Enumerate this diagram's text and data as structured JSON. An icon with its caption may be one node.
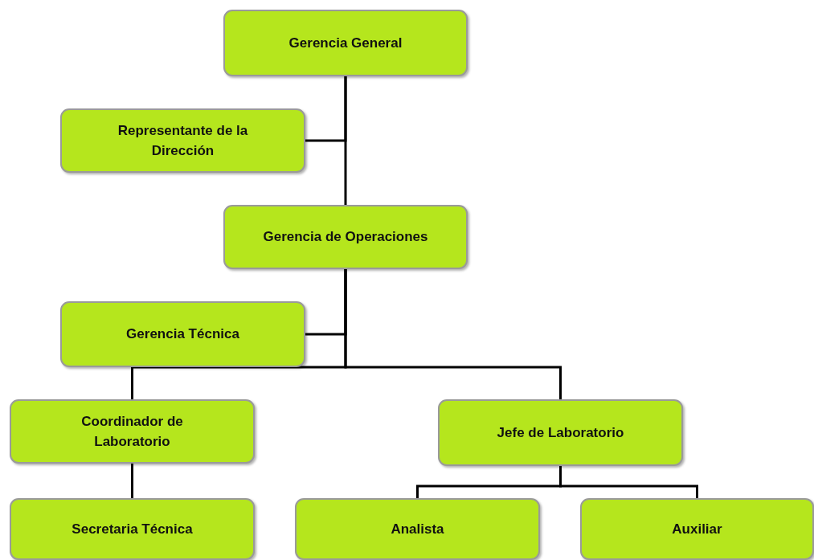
{
  "diagram": {
    "nodes": [
      {
        "text": [
          "Gerencia General"
        ]
      },
      {
        "text": [
          "Representante de la Dirección"
        ]
      },
      {
        "text": [
          "Gerencia de Operaciones"
        ]
      },
      {
        "text": [
          "Gerencia Técnica"
        ]
      },
      {
        "text": [
          "Coordinador de Laboratorio"
        ]
      },
      {
        "text": [
          "Jefe de Laboratorio"
        ]
      },
      {
        "text": [
          "Secretaria Técnica"
        ]
      },
      {
        "text": [
          "Analista"
        ]
      },
      {
        "text": [
          "Auxiliar"
        ]
      }
    ],
    "edges": [
      {
        "from": 0,
        "to": 1,
        "arrow": "none"
      },
      {
        "from": 0,
        "to": 2,
        "arrow": "none"
      },
      {
        "from": 2,
        "to": 3,
        "arrow": "none"
      },
      {
        "from": 2,
        "to": 4,
        "arrow": "none"
      },
      {
        "from": 2,
        "to": 5,
        "arrow": "none"
      },
      {
        "from": 4,
        "to": 6,
        "arrow": "none"
      },
      {
        "from": 5,
        "to": 7,
        "arrow": "none"
      },
      {
        "from": 5,
        "to": 8,
        "arrow": "none"
      }
    ]
  }
}
